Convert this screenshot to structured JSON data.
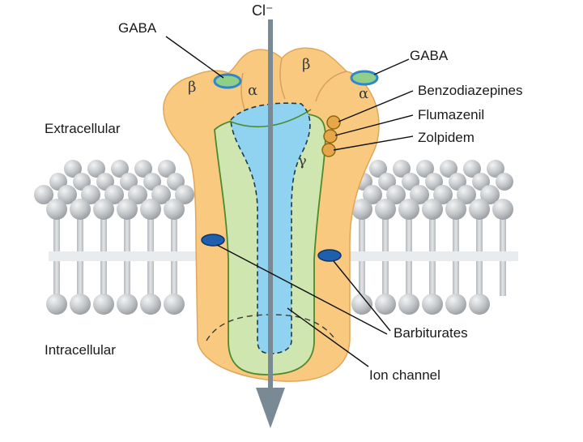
{
  "ion_label": "Cl⁻",
  "region_labels": {
    "extracellular": "Extracellular",
    "intracellular": "Intracellular"
  },
  "subunits": {
    "beta_left": "β",
    "alpha_left": "α",
    "beta_right": "β",
    "alpha_right": "α",
    "gamma": "γ"
  },
  "binding_labels": {
    "gaba_left": "GABA",
    "gaba_right": "GABA",
    "benzodiazepines": "Benzodiazepines",
    "flumazenil": "Flumazenil",
    "zolpidem": "Zolpidem",
    "barbiturates": "Barbiturates",
    "ion_channel": "Ion channel"
  },
  "colors": {
    "receptor": "#f9c97f",
    "receptor_outline": "#e0a75a",
    "inner_channel": "#cfe6b0",
    "pore": "#8fd3f0",
    "gaba_site": "#8fcf8a",
    "gaba_ring": "#3a8fd0",
    "benzo_site": "#e8a64a",
    "barbiturate_site": "#1f5fae",
    "membrane_head": "#c9ccce",
    "arrow": "#7a8a94"
  }
}
